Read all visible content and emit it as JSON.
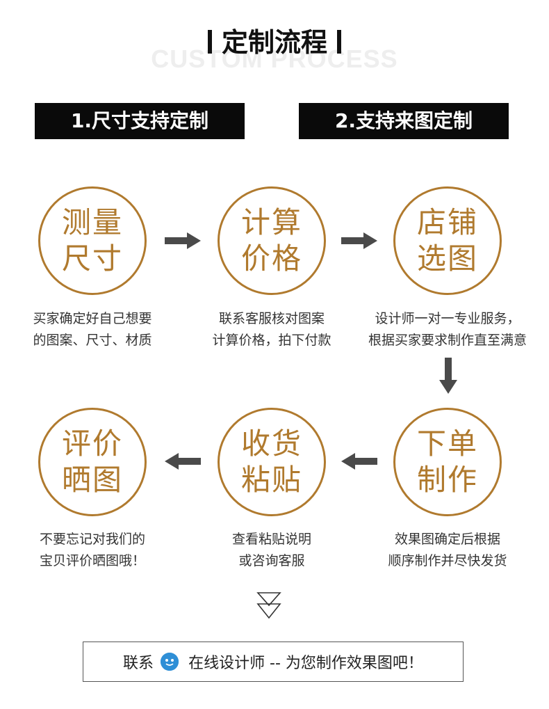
{
  "header": {
    "title": "定制流程",
    "watermark": "CUSTOM PROCESS"
  },
  "labels": [
    "1.尺寸支持定制",
    "2.支持来图定制"
  ],
  "steps": [
    {
      "line1": "测量",
      "line2": "尺寸",
      "desc1": "买家确定好自己想要",
      "desc2": "的图案、尺寸、材质"
    },
    {
      "line1": "计算",
      "line2": "价格",
      "desc1": "联系客服核对图案",
      "desc2": "计算价格，拍下付款"
    },
    {
      "line1": "店铺",
      "line2": "选图",
      "desc1": "设计师一对一专业服务，",
      "desc2": "根据买家要求制作直至满意"
    },
    {
      "line1": "下单",
      "line2": "制作",
      "desc1": "效果图确定后根据",
      "desc2": "顺序制作并尽快发货"
    },
    {
      "line1": "收货",
      "line2": "粘贴",
      "desc1": "查看粘贴说明",
      "desc2": "或咨询客服"
    },
    {
      "line1": "评价",
      "line2": "晒图",
      "desc1": "不要忘记对我们的",
      "desc2": "宝贝评价晒图哦！"
    }
  ],
  "contact": {
    "prefix": "联系",
    "icon": "chat-face-icon",
    "text": "在线设计师 -- 为您制作效果图吧！"
  },
  "colors": {
    "accent": "#b07a2e",
    "label_bg": "#0a0a0a",
    "arrow": "#4a4a4a",
    "icon_blue": "#2f8fd6"
  }
}
